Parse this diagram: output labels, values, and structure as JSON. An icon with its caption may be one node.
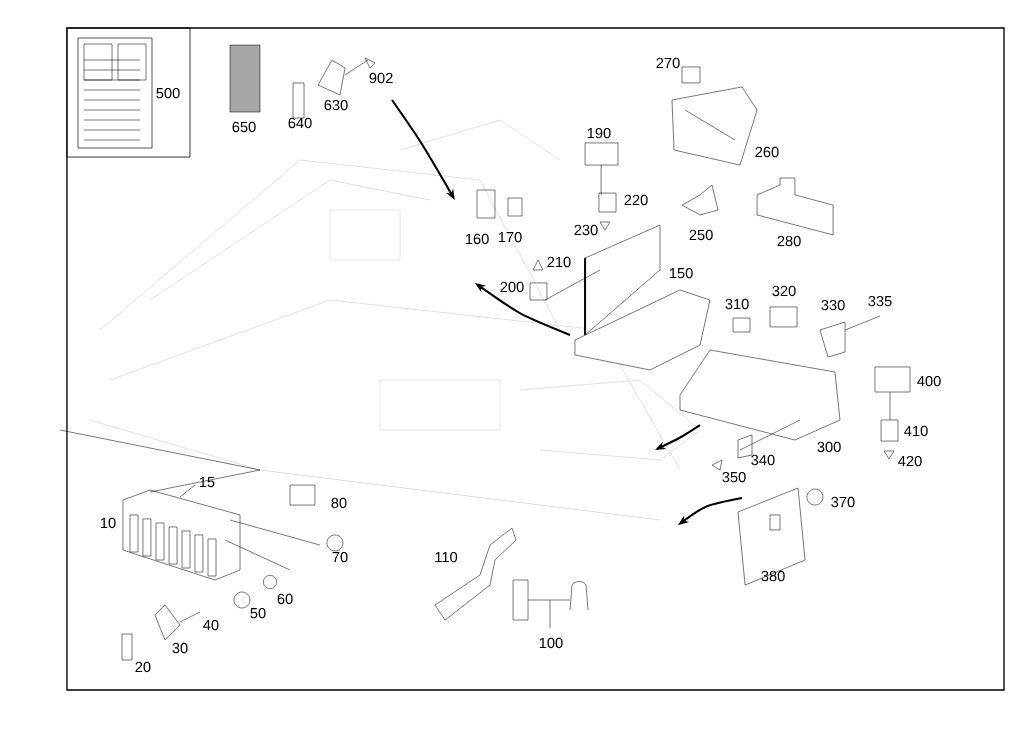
{
  "diagram": {
    "labels": [
      "500",
      "650",
      "640",
      "630",
      "902",
      "270",
      "190",
      "260",
      "220",
      "160",
      "170",
      "230",
      "250",
      "280",
      "210",
      "150",
      "200",
      "320",
      "310",
      "330",
      "335",
      "400",
      "410",
      "300",
      "340",
      "420",
      "350",
      "15",
      "80",
      "370",
      "10",
      "70",
      "110",
      "380",
      "60",
      "50",
      "40",
      "100",
      "30",
      "20"
    ]
  }
}
